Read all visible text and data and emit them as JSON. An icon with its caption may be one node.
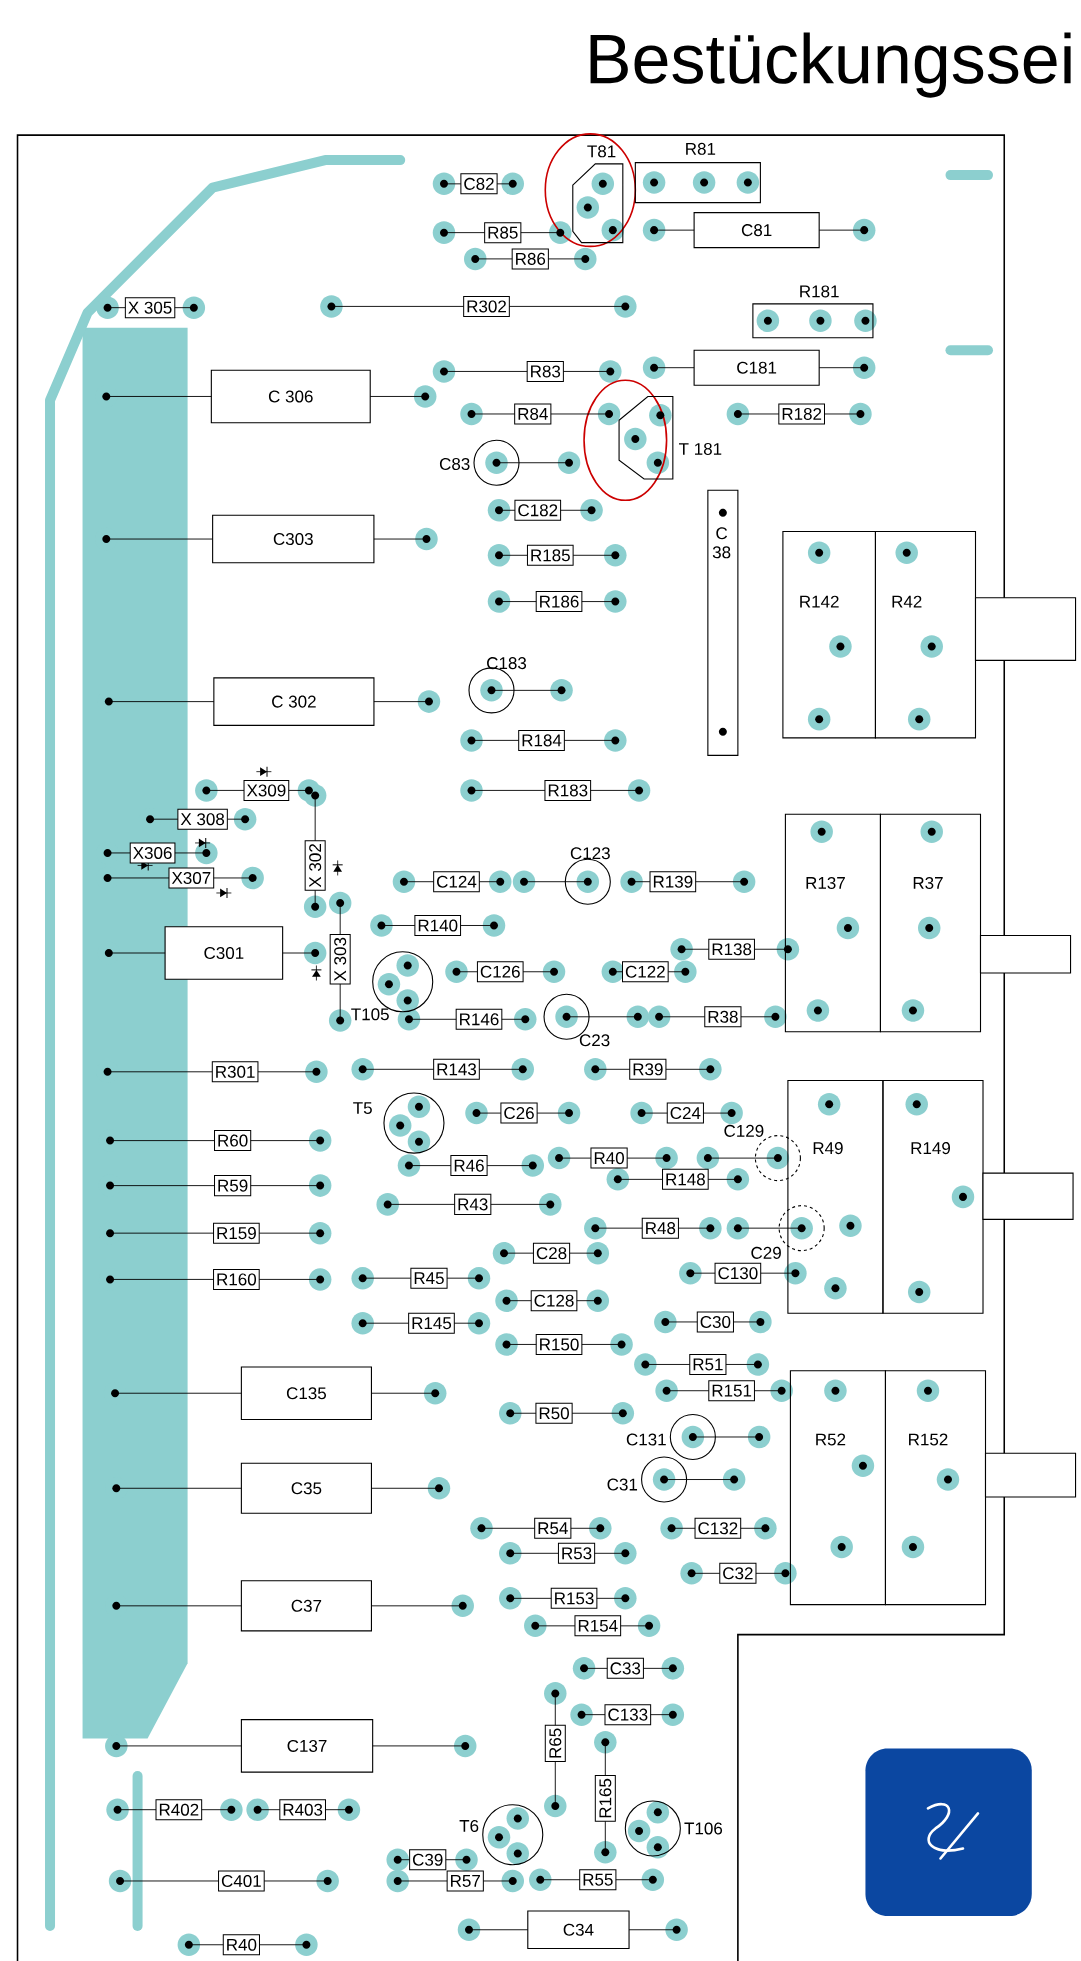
{
  "diagram": {
    "title": "Bestückungssei",
    "nodes": [
      {
        "text": [
          "C82"
        ]
      },
      {
        "text": [
          "T81"
        ]
      },
      {
        "text": [
          "R81"
        ]
      },
      {
        "text": [
          "R85"
        ]
      },
      {
        "text": [
          "C81"
        ]
      },
      {
        "text": [
          "R86"
        ]
      },
      {
        "text": [
          "X 305"
        ]
      },
      {
        "text": [
          "R302"
        ]
      },
      {
        "text": [
          "R181"
        ]
      },
      {
        "text": [
          "R83"
        ]
      },
      {
        "text": [
          "C181"
        ]
      },
      {
        "text": [
          "C 306"
        ]
      },
      {
        "text": [
          "R84"
        ]
      },
      {
        "text": [
          "T 181"
        ]
      },
      {
        "text": [
          "R182"
        ]
      },
      {
        "text": [
          "C83"
        ]
      },
      {
        "text": [
          "C182"
        ]
      },
      {
        "text": [
          "C303"
        ]
      },
      {
        "text": [
          "C 38"
        ]
      },
      {
        "text": [
          "R185"
        ]
      },
      {
        "text": [
          "R186"
        ]
      },
      {
        "text": [
          "R142"
        ]
      },
      {
        "text": [
          "R42"
        ]
      },
      {
        "text": [
          "C183"
        ]
      },
      {
        "text": [
          "C 302"
        ]
      },
      {
        "text": [
          "R184"
        ]
      },
      {
        "text": [
          "X309"
        ]
      },
      {
        "text": [
          "R183"
        ]
      },
      {
        "text": [
          "X 308"
        ]
      },
      {
        "text": [
          "X 302"
        ]
      },
      {
        "text": [
          "X306"
        ]
      },
      {
        "text": [
          "C124"
        ]
      },
      {
        "text": [
          "C123"
        ]
      },
      {
        "text": [
          "R139"
        ]
      },
      {
        "text": [
          "R137"
        ]
      },
      {
        "text": [
          "R37"
        ]
      },
      {
        "text": [
          "X307"
        ]
      },
      {
        "text": [
          "R140"
        ]
      },
      {
        "text": [
          "R138"
        ]
      },
      {
        "text": [
          "C301"
        ]
      },
      {
        "text": [
          "X 303"
        ]
      },
      {
        "text": [
          "C126"
        ]
      },
      {
        "text": [
          "C122"
        ]
      },
      {
        "text": [
          "T105"
        ]
      },
      {
        "text": [
          "R146"
        ]
      },
      {
        "text": [
          "C23"
        ]
      },
      {
        "text": [
          "R38"
        ]
      },
      {
        "text": [
          "R301"
        ]
      },
      {
        "text": [
          "R143"
        ]
      },
      {
        "text": [
          "R39"
        ]
      },
      {
        "text": [
          "T5"
        ]
      },
      {
        "text": [
          "C26"
        ]
      },
      {
        "text": [
          "C24"
        ]
      },
      {
        "text": [
          "R60"
        ]
      },
      {
        "text": [
          "R46"
        ]
      },
      {
        "text": [
          "R40"
        ]
      },
      {
        "text": [
          "C129"
        ]
      },
      {
        "text": [
          "R49"
        ]
      },
      {
        "text": [
          "R149"
        ]
      },
      {
        "text": [
          "R148"
        ]
      },
      {
        "text": [
          "R59"
        ]
      },
      {
        "text": [
          "R43"
        ]
      },
      {
        "text": [
          "R48"
        ]
      },
      {
        "text": [
          "C29"
        ]
      },
      {
        "text": [
          "R159"
        ]
      },
      {
        "text": [
          "C28"
        ]
      },
      {
        "text": [
          "C130"
        ]
      },
      {
        "text": [
          "R160"
        ]
      },
      {
        "text": [
          "R45"
        ]
      },
      {
        "text": [
          "C128"
        ]
      },
      {
        "text": [
          "R145"
        ]
      },
      {
        "text": [
          "C30"
        ]
      },
      {
        "text": [
          "R150"
        ]
      },
      {
        "text": [
          "R51"
        ]
      },
      {
        "text": [
          "R151"
        ]
      },
      {
        "text": [
          "C135"
        ]
      },
      {
        "text": [
          "R50"
        ]
      },
      {
        "text": [
          "C131"
        ]
      },
      {
        "text": [
          "R52"
        ]
      },
      {
        "text": [
          "R152"
        ]
      },
      {
        "text": [
          "C31"
        ]
      },
      {
        "text": [
          "C35"
        ]
      },
      {
        "text": [
          "R54"
        ]
      },
      {
        "text": [
          "C132"
        ]
      },
      {
        "text": [
          "R53"
        ]
      },
      {
        "text": [
          "C32"
        ]
      },
      {
        "text": [
          "R153"
        ]
      },
      {
        "text": [
          "C37"
        ]
      },
      {
        "text": [
          "R154"
        ]
      },
      {
        "text": [
          "C33"
        ]
      },
      {
        "text": [
          "C133"
        ]
      },
      {
        "text": [
          "R65"
        ]
      },
      {
        "text": [
          "C137"
        ]
      },
      {
        "text": [
          "R165"
        ]
      },
      {
        "text": [
          "R402"
        ]
      },
      {
        "text": [
          "R403"
        ]
      },
      {
        "text": [
          "T6"
        ]
      },
      {
        "text": [
          "T106"
        ]
      },
      {
        "text": [
          "C39"
        ]
      },
      {
        "text": [
          "C401"
        ]
      },
      {
        "text": [
          "R57"
        ]
      },
      {
        "text": [
          "R55"
        ]
      },
      {
        "text": [
          "C34"
        ]
      },
      {
        "text": [
          "R40"
        ]
      }
    ]
  }
}
